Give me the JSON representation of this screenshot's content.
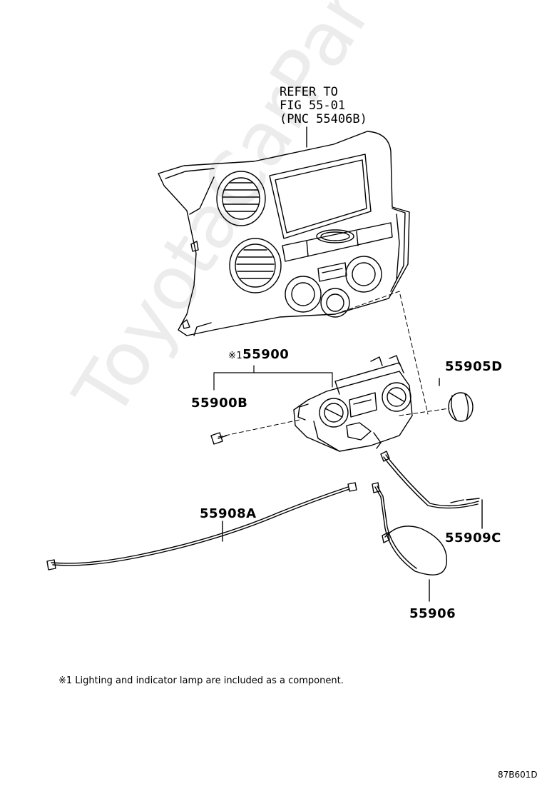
{
  "watermark": "ToyotaCarPart.ru",
  "refer": {
    "line1": "REFER TO",
    "line2": "FIG 55-01",
    "line3": "(PNC 55406B)"
  },
  "parts": {
    "p55900": "55900",
    "p55900_mark": "※1",
    "p55900B": "55900B",
    "p55905D": "55905D",
    "p55908A": "55908A",
    "p55909C": "55909C",
    "p55906": "55906"
  },
  "footnote": "※1 Lighting and indicator lamp are included as a component.",
  "figure_code": "87B601D"
}
